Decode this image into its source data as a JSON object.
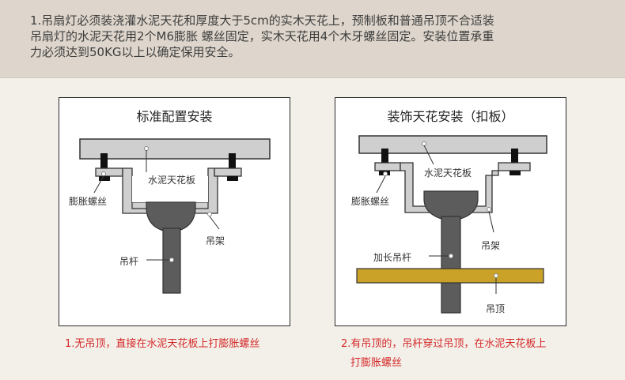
{
  "note": {
    "lines": [
      "1.吊扇灯必须装浇灌水泥天花和厚度大于5cm的实木天花上，预制板和普通吊顶不合适装",
      "吊扇灯的水泥天花用2个M6膨胀 螺丝固定，实木天花用4个木牙螺丝固定。安装位置承重",
      "力必须达到50KG以上以确定保用安全。"
    ]
  },
  "left_panel": {
    "title": "标准配置安装",
    "labels": {
      "ceiling": "水泥天花板",
      "bolt": "膨胀螺丝",
      "bracket": "吊架",
      "rod": "吊杆"
    },
    "caption": [
      "1.无吊顶，直接在水泥天花板上打膨胀螺丝"
    ]
  },
  "right_panel": {
    "title": "装饰天花安装（扣板）",
    "labels": {
      "ceiling": "水泥天花板",
      "bolt": "膨胀螺丝",
      "bracket": "吊架",
      "rod": "加长吊杆",
      "false_ceiling": "吊顶"
    },
    "caption": [
      "2.有吊顶的，吊杆穿过吊顶，在水泥天花板上",
      "打膨胀螺丝"
    ]
  },
  "colors": {
    "ceiling_fill": "#cfcfcf",
    "rod_fill": "#5c5c5c",
    "false_ceiling_fill": "#c9a227",
    "caption": "#d42a2a"
  }
}
